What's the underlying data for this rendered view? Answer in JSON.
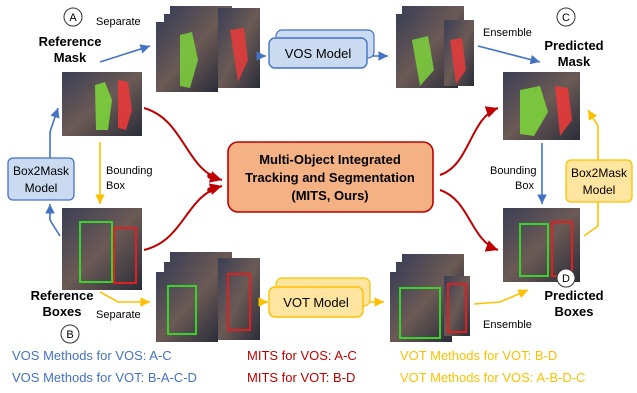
{
  "nodes": {
    "ref_mask": {
      "circle": "A",
      "title_1": "Reference",
      "title_2": "Mask"
    },
    "ref_boxes": {
      "circle": "B",
      "title_1": "Reference",
      "title_2": "Boxes"
    },
    "pred_mask": {
      "circle": "C",
      "title_1": "Predicted",
      "title_2": "Mask"
    },
    "pred_boxes": {
      "circle": "D",
      "title_1": "Predicted",
      "title_2": "Boxes"
    },
    "vos_model": "VOS Model",
    "vot_model": "VOT Model",
    "mits": {
      "line_1": "Multi-Object Integrated",
      "line_2": "Tracking and Segmentation",
      "line_3": "(MITS, Ours)"
    },
    "box2mask_left": {
      "line_1": "Box2Mask",
      "line_2": "Model"
    },
    "box2mask_right": {
      "line_1": "Box2Mask",
      "line_2": "Model"
    }
  },
  "edge_labels": {
    "separate_top": "Separate",
    "ensemble_top": "Ensemble",
    "separate_bottom": "Separate",
    "ensemble_bottom": "Ensemble",
    "bbox_left_1": "Bounding",
    "bbox_left_2": "Box",
    "bbox_right_1": "Bounding",
    "bbox_right_2": "Box"
  },
  "legend": {
    "vos_for_vos": "VOS Methods for VOS: A-C",
    "vos_for_vot": "VOS Methods for VOT: B-A-C-D",
    "mits_for_vos": "MITS for VOS: A-C",
    "mits_for_vot": "MITS for VOT: B-D",
    "vot_for_vot": "VOT Methods for VOT: B-D",
    "vot_for_vos": "VOT Methods for VOS: A-B-D-C"
  },
  "colors": {
    "blue": "#4472C4",
    "red": "#C00000",
    "yellow": "#FFC000",
    "mits_fill": "#F4B183",
    "vos_fill": "#C9DAF1",
    "vot_fill": "#FFE5A0"
  }
}
